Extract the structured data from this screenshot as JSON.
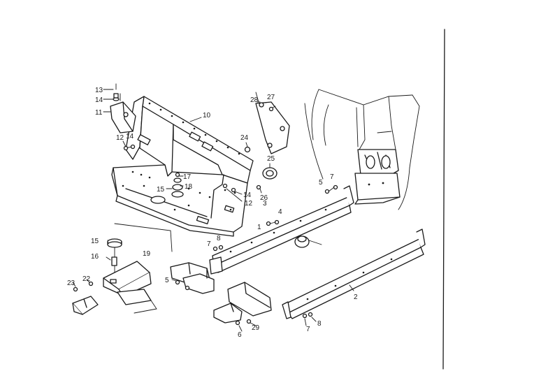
{
  "callouts": {
    "c13": "13",
    "c14a": "14",
    "c11": "11",
    "c12a": "12",
    "c14b": "14",
    "c10": "10",
    "c28": "28",
    "c27": "27",
    "c24": "24",
    "c25": "25",
    "c17": "17",
    "c18": "18",
    "c15a": "15",
    "c14c": "14",
    "c26": "26",
    "c12b": "12",
    "c5a": "5",
    "c7a": "7",
    "c3": "3",
    "c4": "4",
    "c1": "1",
    "c15b": "15",
    "c7b": "7",
    "c8a": "8",
    "c16": "16",
    "c19": "19",
    "c23": "23",
    "c22": "22",
    "c5b": "5",
    "c2": "2",
    "c29": "29",
    "c6": "6",
    "c7c": "7",
    "c8b": "8"
  }
}
